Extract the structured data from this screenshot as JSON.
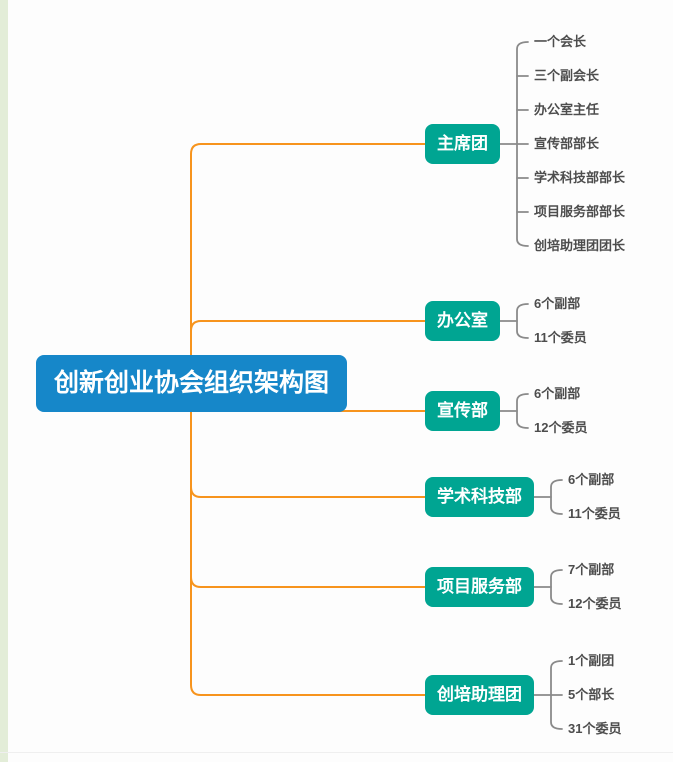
{
  "root": {
    "label": "创新创业协会组织架构图"
  },
  "branches": [
    {
      "label": "主席团",
      "children": [
        "一个会长",
        "三个副会长",
        "办公室主任",
        "宣传部部长",
        "学术科技部部长",
        "项目服务部部长",
        "创培助理团团长"
      ]
    },
    {
      "label": "办公室",
      "children": [
        "6个副部",
        "11个委员"
      ]
    },
    {
      "label": "宣传部",
      "children": [
        "6个副部",
        "12个委员"
      ]
    },
    {
      "label": "学术科技部",
      "children": [
        "6个副部",
        "11个委员"
      ]
    },
    {
      "label": "项目服务部",
      "children": [
        "7个副部",
        "12个委员"
      ]
    },
    {
      "label": "创培助理团",
      "children": [
        "1个副团",
        "5个部长",
        "31个委员"
      ]
    }
  ],
  "colors": {
    "root_bg": "#1687c9",
    "branch_bg": "#00a592",
    "branch_link": "#f7941d",
    "leaf_link": "#8a8a8a",
    "leaf_text": "#4d4d4d",
    "gutter": "#e3edd8",
    "background": "#fdfdfd"
  }
}
